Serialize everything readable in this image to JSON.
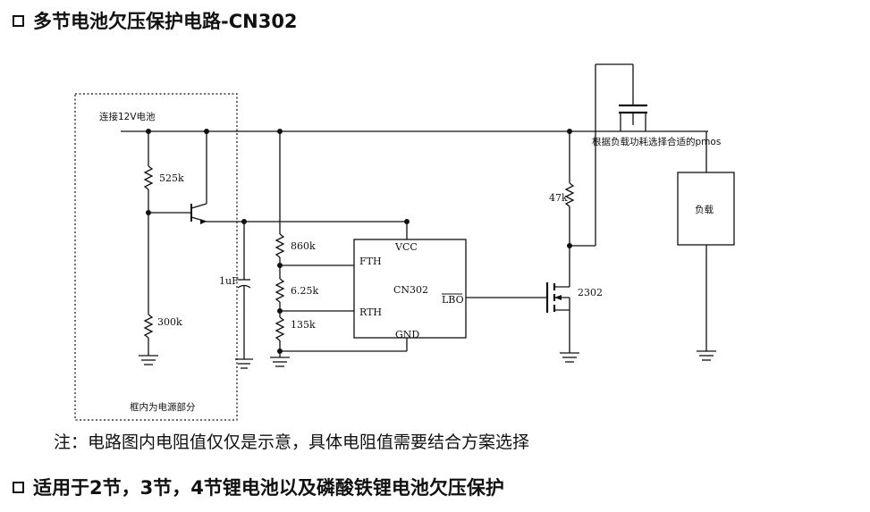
{
  "heading_top": "多节电池欠压保护电路-CN302",
  "heading_bottom": "适用于2节，3节，4节锂电池以及磷酸铁锂电池欠压保护",
  "note": "注：电路图内电阻值仅仅是示意，具体电阻值需要结合方案选择",
  "diagram": {
    "battery_label": "连接12V电池",
    "box_caption": "框内为电源部分",
    "r_top": "525k",
    "r_bottom": "300k",
    "cap": "1uF",
    "r_860": "860k",
    "r_625": "6.25k",
    "r_135": "135k",
    "r_47": "47k",
    "ic_name": "CN302",
    "pin_vcc": "VCC",
    "pin_fth": "FTH",
    "pin_rth": "RTH",
    "pin_gnd": "GND",
    "pin_lbo": "LBO",
    "mos_2302": "2302",
    "pmos_note": "根据负载功耗选择合适的pmos",
    "load": "负载"
  }
}
